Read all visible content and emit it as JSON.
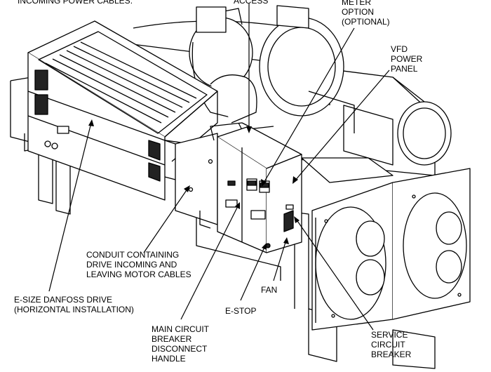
{
  "diagram": {
    "labels": {
      "incoming_power_cables": "INCOMING POWER CABLES.",
      "access": "ACCESS",
      "meter_option": [
        "METER",
        "OPTION",
        "(OPTIONAL)"
      ],
      "vfd_power_panel": [
        "VFD",
        "POWER",
        "PANEL"
      ],
      "conduit": [
        "CONDUIT CONTAINING",
        "DRIVE INCOMING AND",
        "LEAVING MOTOR CABLES"
      ],
      "e_size_drive": [
        "E-SIZE DANFOSS DRIVE",
        "(HORIZONTAL INSTALLATION)"
      ],
      "main_breaker": [
        "MAIN CIRCUIT",
        "BREAKER",
        "DISCONNECT",
        "HANDLE"
      ],
      "e_stop": "E-STOP",
      "fan": "FAN",
      "service_breaker": [
        "SERVICE",
        "CIRCUIT",
        "BREAKER"
      ]
    }
  }
}
